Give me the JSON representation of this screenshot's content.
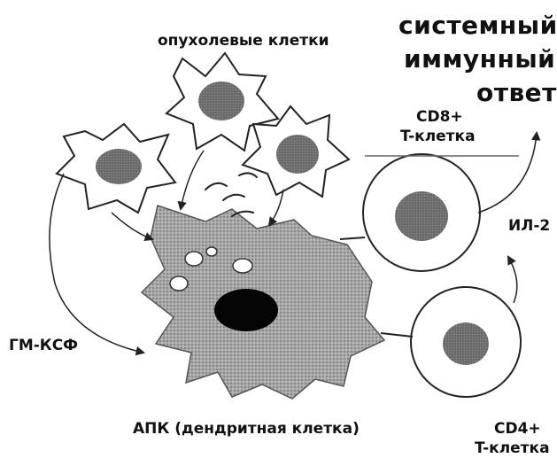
{
  "labels": {
    "tumor_cells": "опухолевые клетки",
    "systemic_line1": "системный",
    "systemic_line2": "иммунный",
    "systemic_line3": "ответ",
    "cd8_line1": "CD8+",
    "cd8_line2": "T-клетка",
    "il2": "ИЛ-2",
    "gmcsf": "ГМ-КСФ",
    "apc": "АПК (дендритная клетка)",
    "cd4_line1": "CD4+",
    "cd4_line2": "T-клетка"
  },
  "colors": {
    "ink": "#111111",
    "apc_fill": "#9a9a9a",
    "nucleus_dark": "#6e6e6e",
    "apc_nucleus": "#050505"
  }
}
